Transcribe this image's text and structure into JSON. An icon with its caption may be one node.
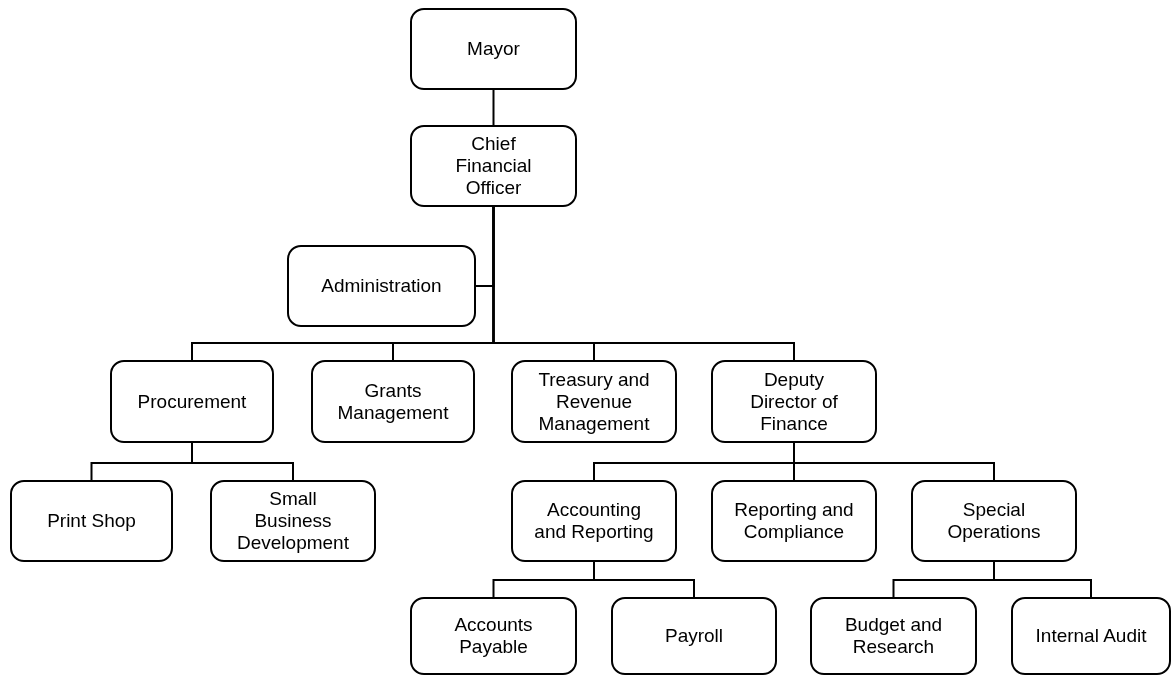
{
  "diagram": {
    "nodes": [
      {
        "text": [
          "Mayor"
        ]
      },
      {
        "text": [
          "Chief Financial Officer"
        ]
      },
      {
        "text": [
          "Administration"
        ]
      },
      {
        "text": [
          "Procurement"
        ]
      },
      {
        "text": [
          "Grants Management"
        ]
      },
      {
        "text": [
          "Treasury and Revenue Management"
        ]
      },
      {
        "text": [
          "Deputy Director of Finance"
        ]
      },
      {
        "text": [
          "Print Shop"
        ]
      },
      {
        "text": [
          "Small Business Development"
        ]
      },
      {
        "text": [
          "Accounting and Reporting"
        ]
      },
      {
        "text": [
          "Reporting and Compliance"
        ]
      },
      {
        "text": [
          "Special Operations"
        ]
      },
      {
        "text": [
          "Accounts Payable"
        ]
      },
      {
        "text": [
          "Payroll"
        ]
      },
      {
        "text": [
          "Budget and Research"
        ]
      },
      {
        "text": [
          "Internal Audit"
        ]
      }
    ],
    "edges": [
      {
        "from": 0,
        "to": 1,
        "arrow": "none"
      },
      {
        "from": 1,
        "to": 2,
        "arrow": "none"
      },
      {
        "from": 1,
        "to": 3,
        "arrow": "none"
      },
      {
        "from": 1,
        "to": 4,
        "arrow": "none"
      },
      {
        "from": 1,
        "to": 5,
        "arrow": "none"
      },
      {
        "from": 1,
        "to": 6,
        "arrow": "none"
      },
      {
        "from": 3,
        "to": 7,
        "arrow": "none"
      },
      {
        "from": 3,
        "to": 8,
        "arrow": "none"
      },
      {
        "from": 6,
        "to": 9,
        "arrow": "none"
      },
      {
        "from": 6,
        "to": 10,
        "arrow": "none"
      },
      {
        "from": 6,
        "to": 11,
        "arrow": "none"
      },
      {
        "from": 9,
        "to": 12,
        "arrow": "none"
      },
      {
        "from": 9,
        "to": 13,
        "arrow": "none"
      },
      {
        "from": 11,
        "to": 14,
        "arrow": "none"
      },
      {
        "from": 11,
        "to": 15,
        "arrow": "none"
      }
    ]
  }
}
